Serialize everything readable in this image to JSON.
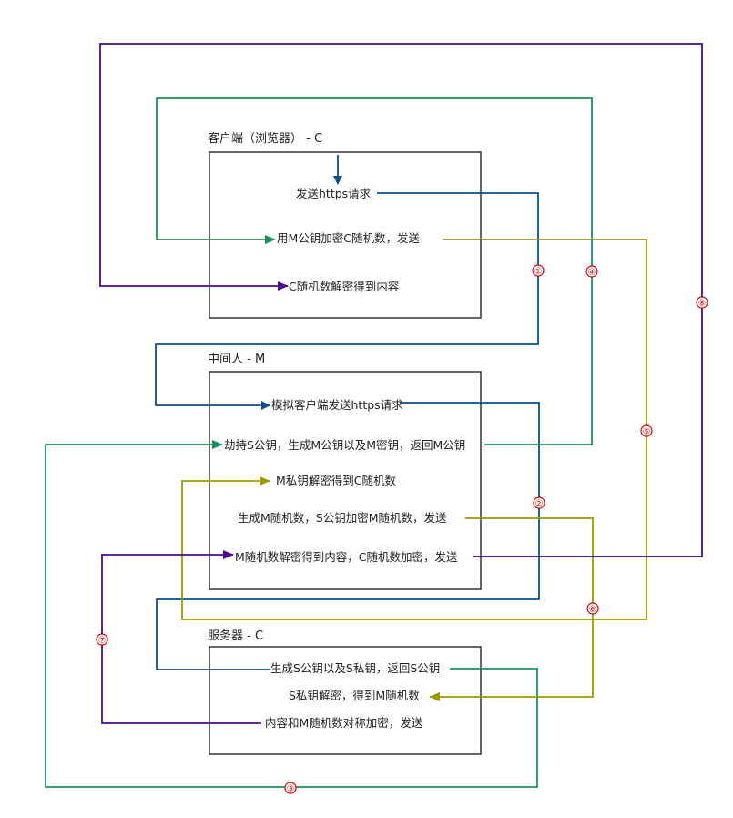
{
  "colors": {
    "blue": "#0a4f8f",
    "green": "#17935a",
    "olive": "#9a9a00",
    "purple": "#4b0a8f",
    "marker": "#e00000",
    "box_border": "#333333"
  },
  "client": {
    "title": "客户端（浏览器） - C",
    "items": [
      "发送https请求",
      "用M公钥加密C随机数，发送",
      "C随机数解密得到内容"
    ]
  },
  "mitm": {
    "title": "中间人 - M",
    "items": [
      "模拟客户端发送https请求",
      "劫持S公钥，生成M公钥以及M密钥，返回M公钥",
      "M私钥解密得到C随机数",
      "生成M随机数，S公钥加密M随机数，发送",
      "M随机数解密得到内容，C随机数加密，发送"
    ]
  },
  "server": {
    "title": "服务器 - C",
    "items": [
      "生成S公钥以及S私钥，返回S公钥",
      "S私钥解密，得到M随机数",
      "内容和M随机数对称加密，发送"
    ]
  },
  "steps": [
    "①",
    "②",
    "③",
    "④",
    "⑤",
    "⑥",
    "⑦",
    "⑧"
  ]
}
